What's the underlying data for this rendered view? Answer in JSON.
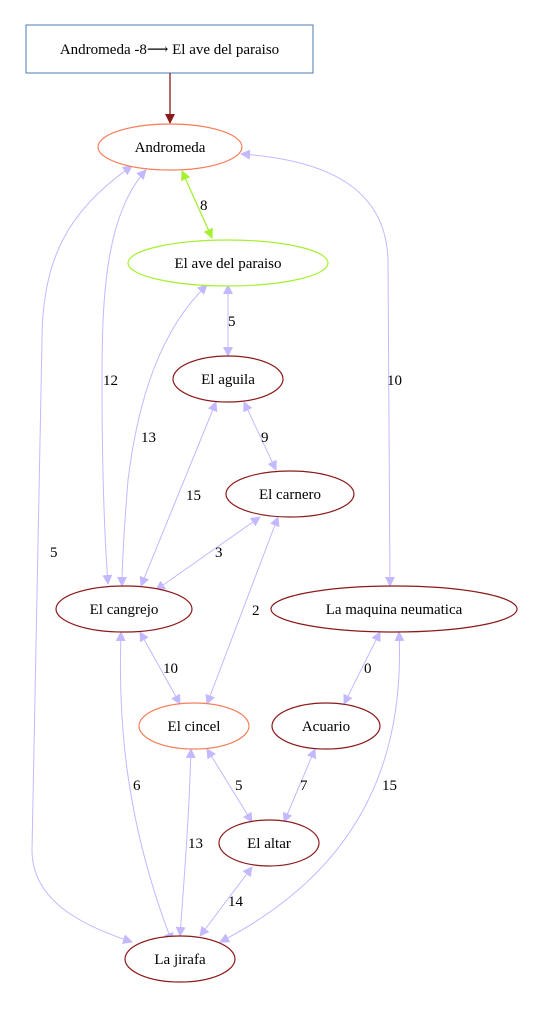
{
  "colors": {
    "lavender": "#c4b8ff",
    "green": "#a5f030",
    "dark_red": "#8b1a1a",
    "orange": "#f47f5a",
    "blue": "#4a7db5"
  },
  "header": {
    "label": "Andromeda -8⟶ El ave del paraiso"
  },
  "nodes": {
    "andromeda": "Andromeda",
    "ave": "El ave del paraiso",
    "aguila": "El aguila",
    "carnero": "El carnero",
    "cangrejo": "El cangrejo",
    "maquina": "La maquina neumatica",
    "cincel": "El cincel",
    "acuario": "Acuario",
    "altar": "El altar",
    "jirafa": "La jirafa"
  },
  "edges": [
    {
      "id": "andromeda-ave",
      "label": "8"
    },
    {
      "id": "ave-aguila",
      "label": "5"
    },
    {
      "id": "andromeda-cangrejo",
      "label": "12"
    },
    {
      "id": "andromeda-maquina",
      "label": "10"
    },
    {
      "id": "ave-cangrejo",
      "label": "13"
    },
    {
      "id": "aguila-carnero",
      "label": "9"
    },
    {
      "id": "aguila-cangrejo",
      "label": "15"
    },
    {
      "id": "andromeda-jirafa",
      "label": "5"
    },
    {
      "id": "carnero-cangrejo",
      "label": "3"
    },
    {
      "id": "carnero-cincel",
      "label": "2"
    },
    {
      "id": "cangrejo-cincel",
      "label": "10"
    },
    {
      "id": "maquina-acuario",
      "label": "0"
    },
    {
      "id": "cangrejo-jirafa",
      "label": "6"
    },
    {
      "id": "cincel-altar",
      "label": "5"
    },
    {
      "id": "acuario-altar",
      "label": "7"
    },
    {
      "id": "maquina-jirafa",
      "label": "15"
    },
    {
      "id": "cincel-jirafa",
      "label": "13"
    },
    {
      "id": "altar-jirafa",
      "label": "14"
    }
  ]
}
